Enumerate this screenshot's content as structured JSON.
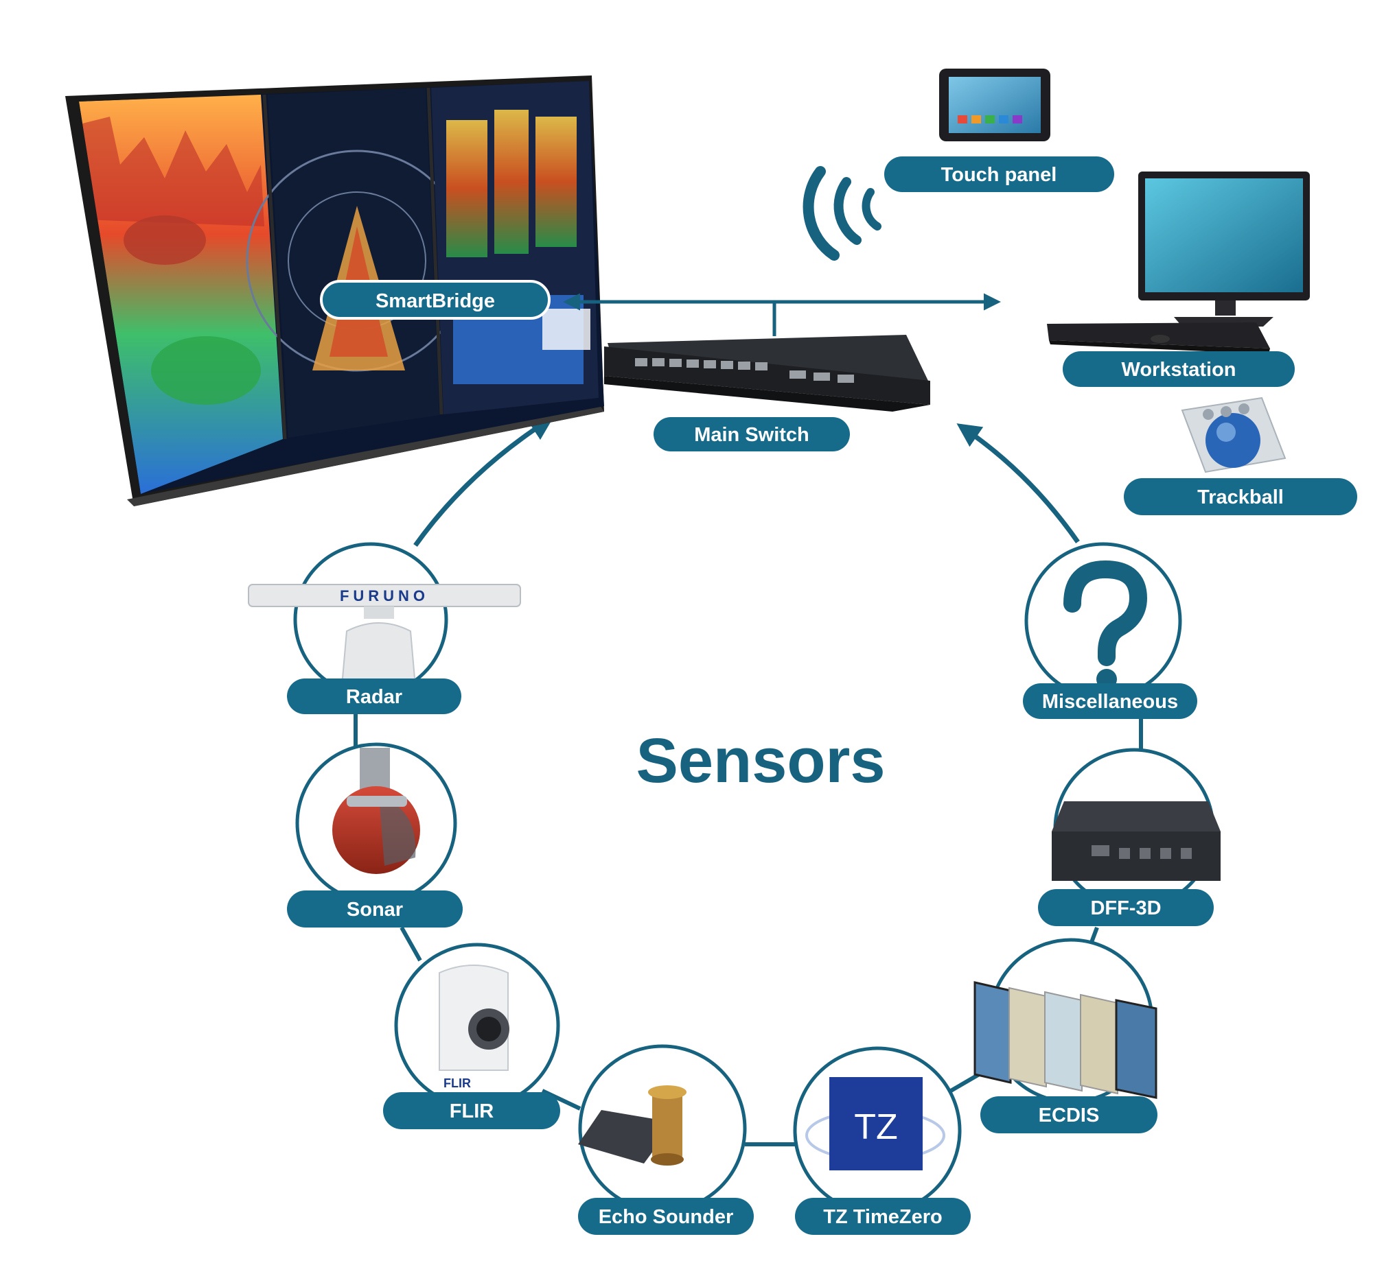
{
  "title": "Sensors",
  "colors": {
    "teal": "#17627f",
    "pill": "#166a8a",
    "white": "#ffffff"
  },
  "hub": {
    "smartbridge": "SmartBridge",
    "main_switch": "Main Switch",
    "touch_panel": "Touch panel",
    "workstation": "Workstation",
    "trackball": "Trackball"
  },
  "sensors": {
    "radar": "Radar",
    "sonar": "Sonar",
    "flir": "FLIR",
    "echo_sounder": "Echo Sounder",
    "tz_timezero": "TZ TimeZero",
    "ecdis": "ECDIS",
    "dff_3d": "DFF-3D",
    "miscellaneous": "Miscellaneous"
  },
  "logos": {
    "radar_brand": "FURUNO",
    "timezero_badge": "TZ",
    "flir_mark": "FLIR"
  },
  "icons": {
    "misc": "question-mark-icon",
    "wifi": "wireless-signal-icon"
  }
}
